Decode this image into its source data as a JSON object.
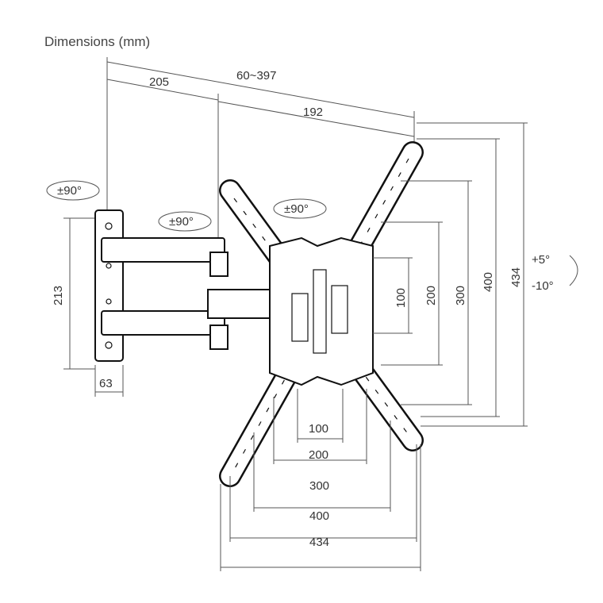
{
  "title": "Dimensions (mm)",
  "top": {
    "total": "60~397",
    "arm1": "205",
    "arm2": "192"
  },
  "rotations": {
    "wall": "±90°",
    "arm": "±90°",
    "head": "±90°"
  },
  "left": {
    "height": "213",
    "width": "63"
  },
  "tilt": {
    "up": "+5°",
    "down": "-10°"
  },
  "vertical_vesa": [
    "100",
    "200",
    "300",
    "400",
    "434"
  ],
  "horizontal_vesa": [
    "100",
    "200",
    "300",
    "400",
    "434"
  ]
}
